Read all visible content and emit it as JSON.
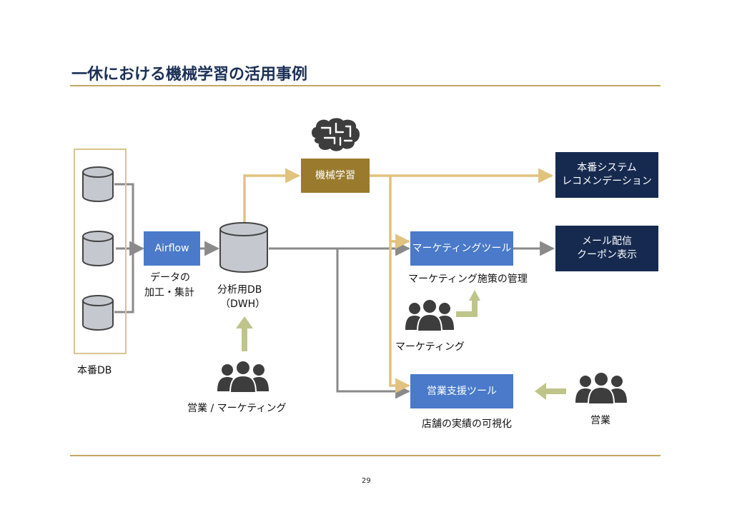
{
  "page": {
    "title": "一休における機械学習の活用事例",
    "page_number": "29"
  },
  "diagram": {
    "source_db_label": "本番DB",
    "airflow": "Airflow",
    "airflow_caption": [
      "データの",
      "加工・集計"
    ],
    "dwh_caption": [
      "分析用DB",
      "（DWH）"
    ],
    "ml_box": "機械学習",
    "marketing_tool": "マーケティングツール",
    "marketing_tool_caption": "マーケティング施策の管理",
    "sales_tool": "営業支援ツール",
    "sales_tool_caption": "店舗の実績の可視化",
    "prod_system": [
      "本番システム",
      "レコメンデーション"
    ],
    "mail": [
      "メール配信",
      "クーポン表示"
    ],
    "users_dwh": "営業 / マーケティング",
    "users_marketing": "マーケティング",
    "users_sales": "営業"
  },
  "icons": {
    "brain": "brain-icon",
    "people": "people-group-icon",
    "database": "database-cylinder-icon"
  },
  "colors": {
    "title": "#1c3057",
    "rule": "#c2a760",
    "blue_box": "#4a7ac9",
    "navy_box": "#162a50",
    "gold_box": "#9a7b2e",
    "gold_arrow": "#e1c27e",
    "gray_arrow": "#8a8a8a",
    "green_arrow": "#bfc48a"
  }
}
